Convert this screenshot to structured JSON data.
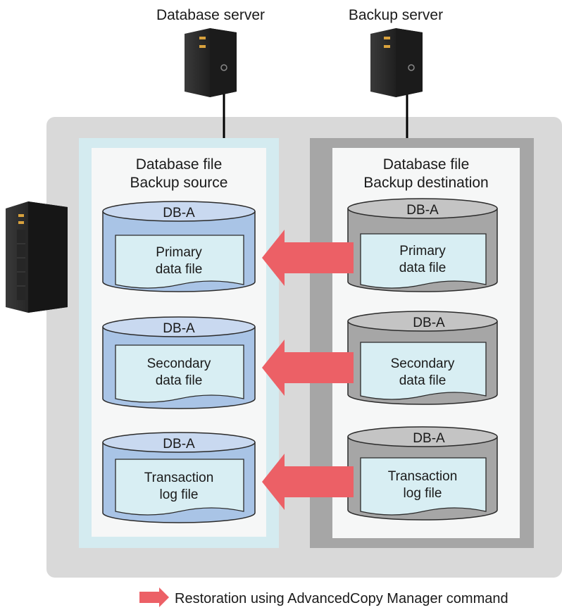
{
  "servers": {
    "database_server": "Database server",
    "backup_server": "Backup server"
  },
  "source": {
    "title_line1": "Database file",
    "title_line2": "Backup source",
    "volumes": [
      {
        "db": "DB-A",
        "line1": "Primary",
        "line2": "data file"
      },
      {
        "db": "DB-A",
        "line1": "Secondary",
        "line2": "data file"
      },
      {
        "db": "DB-A",
        "line1": "Transaction",
        "line2": "log file"
      }
    ]
  },
  "destination": {
    "title_line1": "Database file",
    "title_line2": "Backup destination",
    "volumes": [
      {
        "db": "DB-A",
        "line1": "Primary",
        "line2": "data file"
      },
      {
        "db": "DB-A",
        "line1": "Secondary",
        "line2": "data file"
      },
      {
        "db": "DB-A",
        "line1": "Transaction",
        "line2": "log file"
      }
    ]
  },
  "legend": {
    "label": "Restoration using AdvancedCopy Manager command"
  },
  "colors": {
    "storage_outer": "#d9d9d9",
    "source_panel": "#d4ebf0",
    "dest_panel": "#a6a6a6",
    "source_cylinder": "#a9c4e6",
    "dest_cylinder": "#a6a6a6",
    "file_fill": "#d8eef3",
    "arrow": "#ec6066"
  },
  "icons": {
    "server": "server-tower-icon",
    "storage": "storage-rack-icon",
    "arrow": "restore-arrow-icon"
  }
}
